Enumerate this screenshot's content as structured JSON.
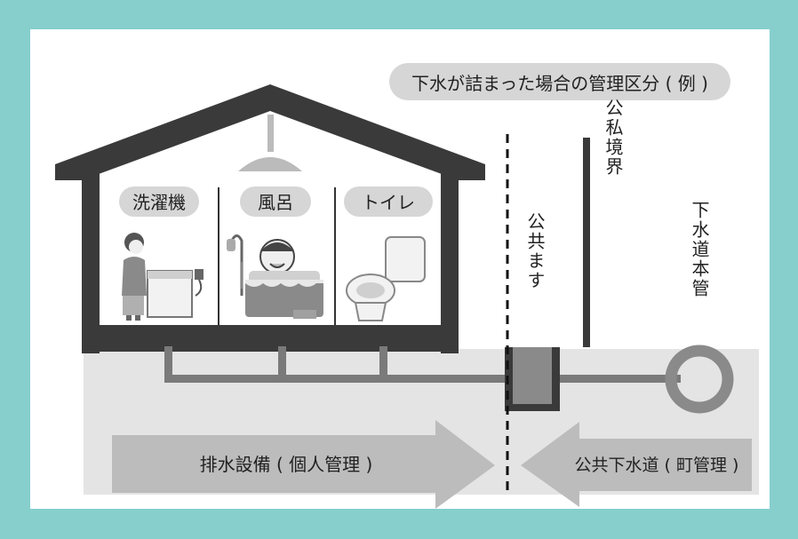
{
  "title": "下水が詰まった場合の管理区分 ( 例 )",
  "rooms": [
    "洗濯機",
    "風呂",
    "トイレ"
  ],
  "public_basin_label": "公共ます",
  "boundary_label": "公私境界",
  "main_pipe_label": "下水道本管",
  "private_arrow_label": "排水設備 ( 個人管理 )",
  "public_arrow_label": "公共下水道 ( 町管理 )",
  "colors": {
    "outer_border": "#86cfcd",
    "roof": "#3a3a3a",
    "ground": "#e4e4e4",
    "pipe": "#7a7a7a",
    "arrow": "#bcbcbc",
    "label_pill": "#d6d6d6"
  }
}
